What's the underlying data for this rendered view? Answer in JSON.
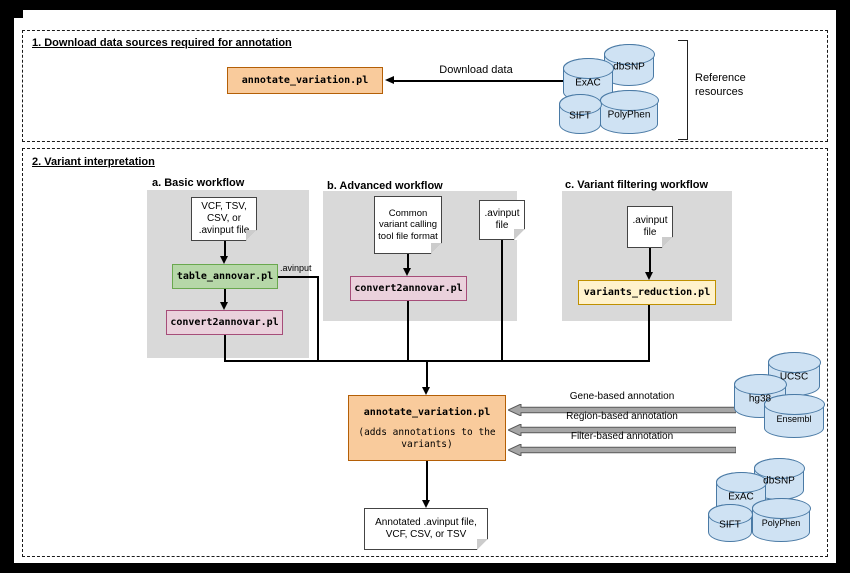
{
  "colors": {
    "script_box_orange": "#f9cb9c",
    "script_box_orange_border": "#b45f06",
    "table_annovar_green": "#b6d7a8",
    "convert_pink": "#ead1dc",
    "reduction_yellow": "#fff2cc",
    "database_cylinder_blue": "#cfe2f3",
    "workflow_panel_gray": "#d9d9d9",
    "block_arrow_gray": "#a6a6a6"
  },
  "section1": {
    "title": "1. Download data sources required for annotation",
    "script": "annotate_variation.pl",
    "download_arrow_label": "Download data",
    "databases": [
      "ExAC",
      "dbSNP",
      "SIFT",
      "PolyPhen"
    ],
    "bracket_label": "Reference resources"
  },
  "section2": {
    "title": "2. Variant interpretation",
    "basic": {
      "heading": "a. Basic workflow",
      "input_file": "VCF, TSV, CSV, or .avinput file",
      "step1": "table_annovar.pl",
      "step2": "convert2annovar.pl",
      "branch_label": ".avinput"
    },
    "advanced": {
      "heading": "b. Advanced workflow",
      "input_file": "Common variant calling tool file format",
      "avinput_file": ".avinput file",
      "step1": "convert2annovar.pl"
    },
    "filtering": {
      "heading": "c. Variant filtering workflow",
      "avinput_file": ".avinput file",
      "step1": "variants_reduction.pl"
    },
    "annotate": {
      "script": "annotate_variation.pl",
      "note": "(adds annotations to the variants)"
    },
    "annotation_types": [
      "Gene-based annotation",
      "Region-based annotation",
      "Filter-based annotation"
    ],
    "gene_databases": [
      "UCSC",
      "hg38",
      "Ensembl"
    ],
    "filter_databases": [
      "dbSNP",
      "ExAC",
      "SIFT",
      "PolyPhen"
    ],
    "output_file": "Annotated .avinput file, VCF, CSV, or TSV"
  }
}
